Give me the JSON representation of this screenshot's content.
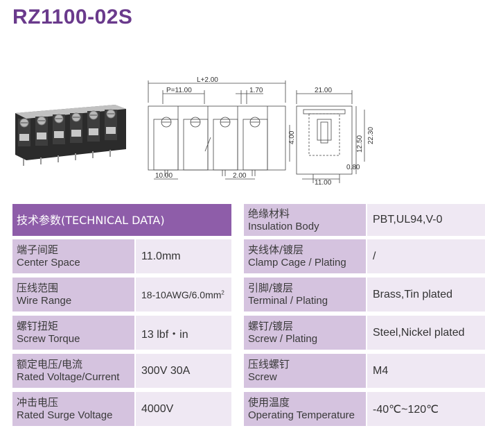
{
  "title": "RZ1100-02S",
  "dimensions": {
    "overall": "L+2.00",
    "pitch": "P=11.00",
    "offset": "1.70",
    "height": "4.00",
    "left_width": "10.00",
    "pin_gap": "2.00",
    "side_width": "21.00",
    "side_height_inner": "12.50",
    "side_height_total": "22.30",
    "pin_thickness": "0.80",
    "pin_spacing": "11.00"
  },
  "table": {
    "header": "技术参数(TECHNICAL DATA)",
    "left_rows": [
      {
        "zh": "端子间距",
        "en": "Center Space",
        "value": "11.0mm"
      },
      {
        "zh": "压线范围",
        "en": "Wire Range",
        "value": "18-10AWG/6.0mm",
        "sup": "2"
      },
      {
        "zh": "螺钉扭矩",
        "en": "Screw Torque",
        "value": "13 lbf・in"
      },
      {
        "zh": "额定电压/电流",
        "en": "Rated Voltage/Current",
        "value": "300V 30A"
      },
      {
        "zh": "冲击电压",
        "en": "Rated Surge Voltage",
        "value": "4000V"
      }
    ],
    "right_rows": [
      {
        "zh": "绝缘材料",
        "en": "Insulation Body",
        "value": "PBT,UL94,V-0"
      },
      {
        "zh": "夹线体/镀层",
        "en": "Clamp Cage / Plating",
        "value": "/"
      },
      {
        "zh": "引脚/镀层",
        "en": "Terminal / Plating",
        "value": "Brass,Tin plated"
      },
      {
        "zh": "螺钉/镀层",
        "en": "Screw / Plating",
        "value": "Steel,Nickel plated"
      },
      {
        "zh": "压线螺钉",
        "en": "Screw",
        "value": "M4"
      },
      {
        "zh": "使用温度",
        "en": "Operating Temperature",
        "value": "-40℃~120℃"
      }
    ]
  }
}
